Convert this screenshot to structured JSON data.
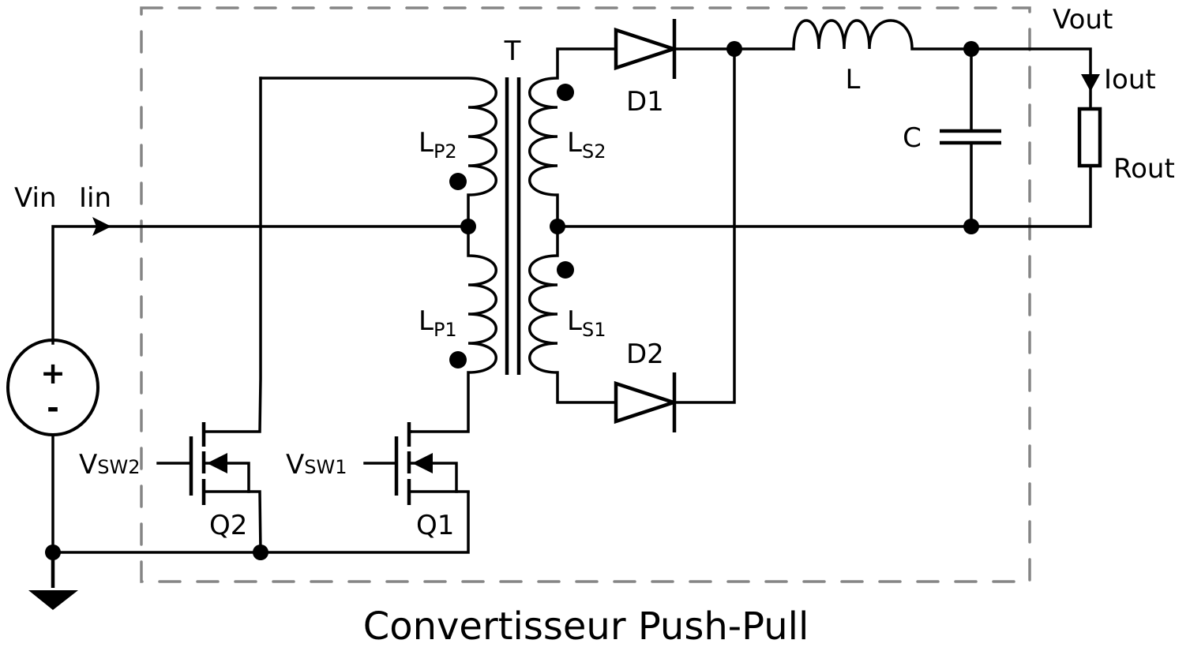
{
  "diagram": {
    "title": "Convertisseur Push-Pull",
    "colors": {
      "wire": "#000000",
      "boundary": "#858585",
      "background": "#ffffff"
    },
    "input": {
      "voltage_label": "Vin",
      "current_label": "Iin",
      "source_plus": "+",
      "source_minus": "-"
    },
    "transformer": {
      "label": "T",
      "primary_upper": {
        "main": "L",
        "sub": "P2"
      },
      "primary_lower": {
        "main": "L",
        "sub": "P1"
      },
      "secondary_upper": {
        "main": "L",
        "sub": "S2"
      },
      "secondary_lower": {
        "main": "L",
        "sub": "S1"
      }
    },
    "switches": [
      {
        "name": "Q2",
        "gate_main": "V",
        "gate_sub": "SW2"
      },
      {
        "name": "Q1",
        "gate_main": "V",
        "gate_sub": "SW1"
      }
    ],
    "diodes": [
      {
        "name": "D1"
      },
      {
        "name": "D2"
      }
    ],
    "filter": {
      "inductor": "L",
      "capacitor": "C"
    },
    "output": {
      "voltage_label": "Vout",
      "current_label": "Iout",
      "load": "Rout"
    }
  }
}
